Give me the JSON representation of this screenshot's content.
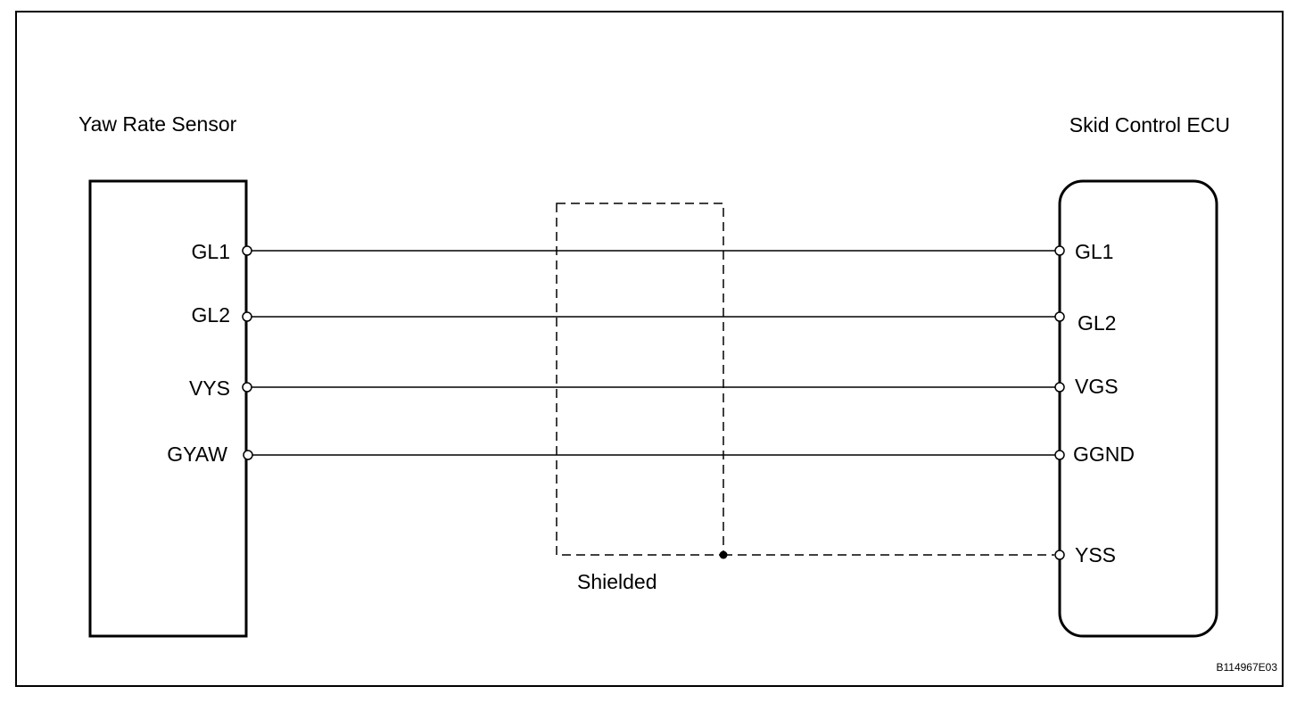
{
  "diagram": {
    "left_component": "Yaw Rate Sensor",
    "right_component": "Skid Control ECU",
    "shield_label": "Shielded",
    "figure_code": "B114967E03",
    "colors": {
      "ink": "#000000",
      "background": "#ffffff"
    },
    "connections": [
      {
        "left_pin": "GL1",
        "right_pin": "GL1"
      },
      {
        "left_pin": "GL2",
        "right_pin": "GL2"
      },
      {
        "left_pin": "VYS",
        "right_pin": "VGS"
      },
      {
        "left_pin": "GYAW",
        "right_pin": "GGND"
      }
    ],
    "shield_pin": "YSS"
  }
}
